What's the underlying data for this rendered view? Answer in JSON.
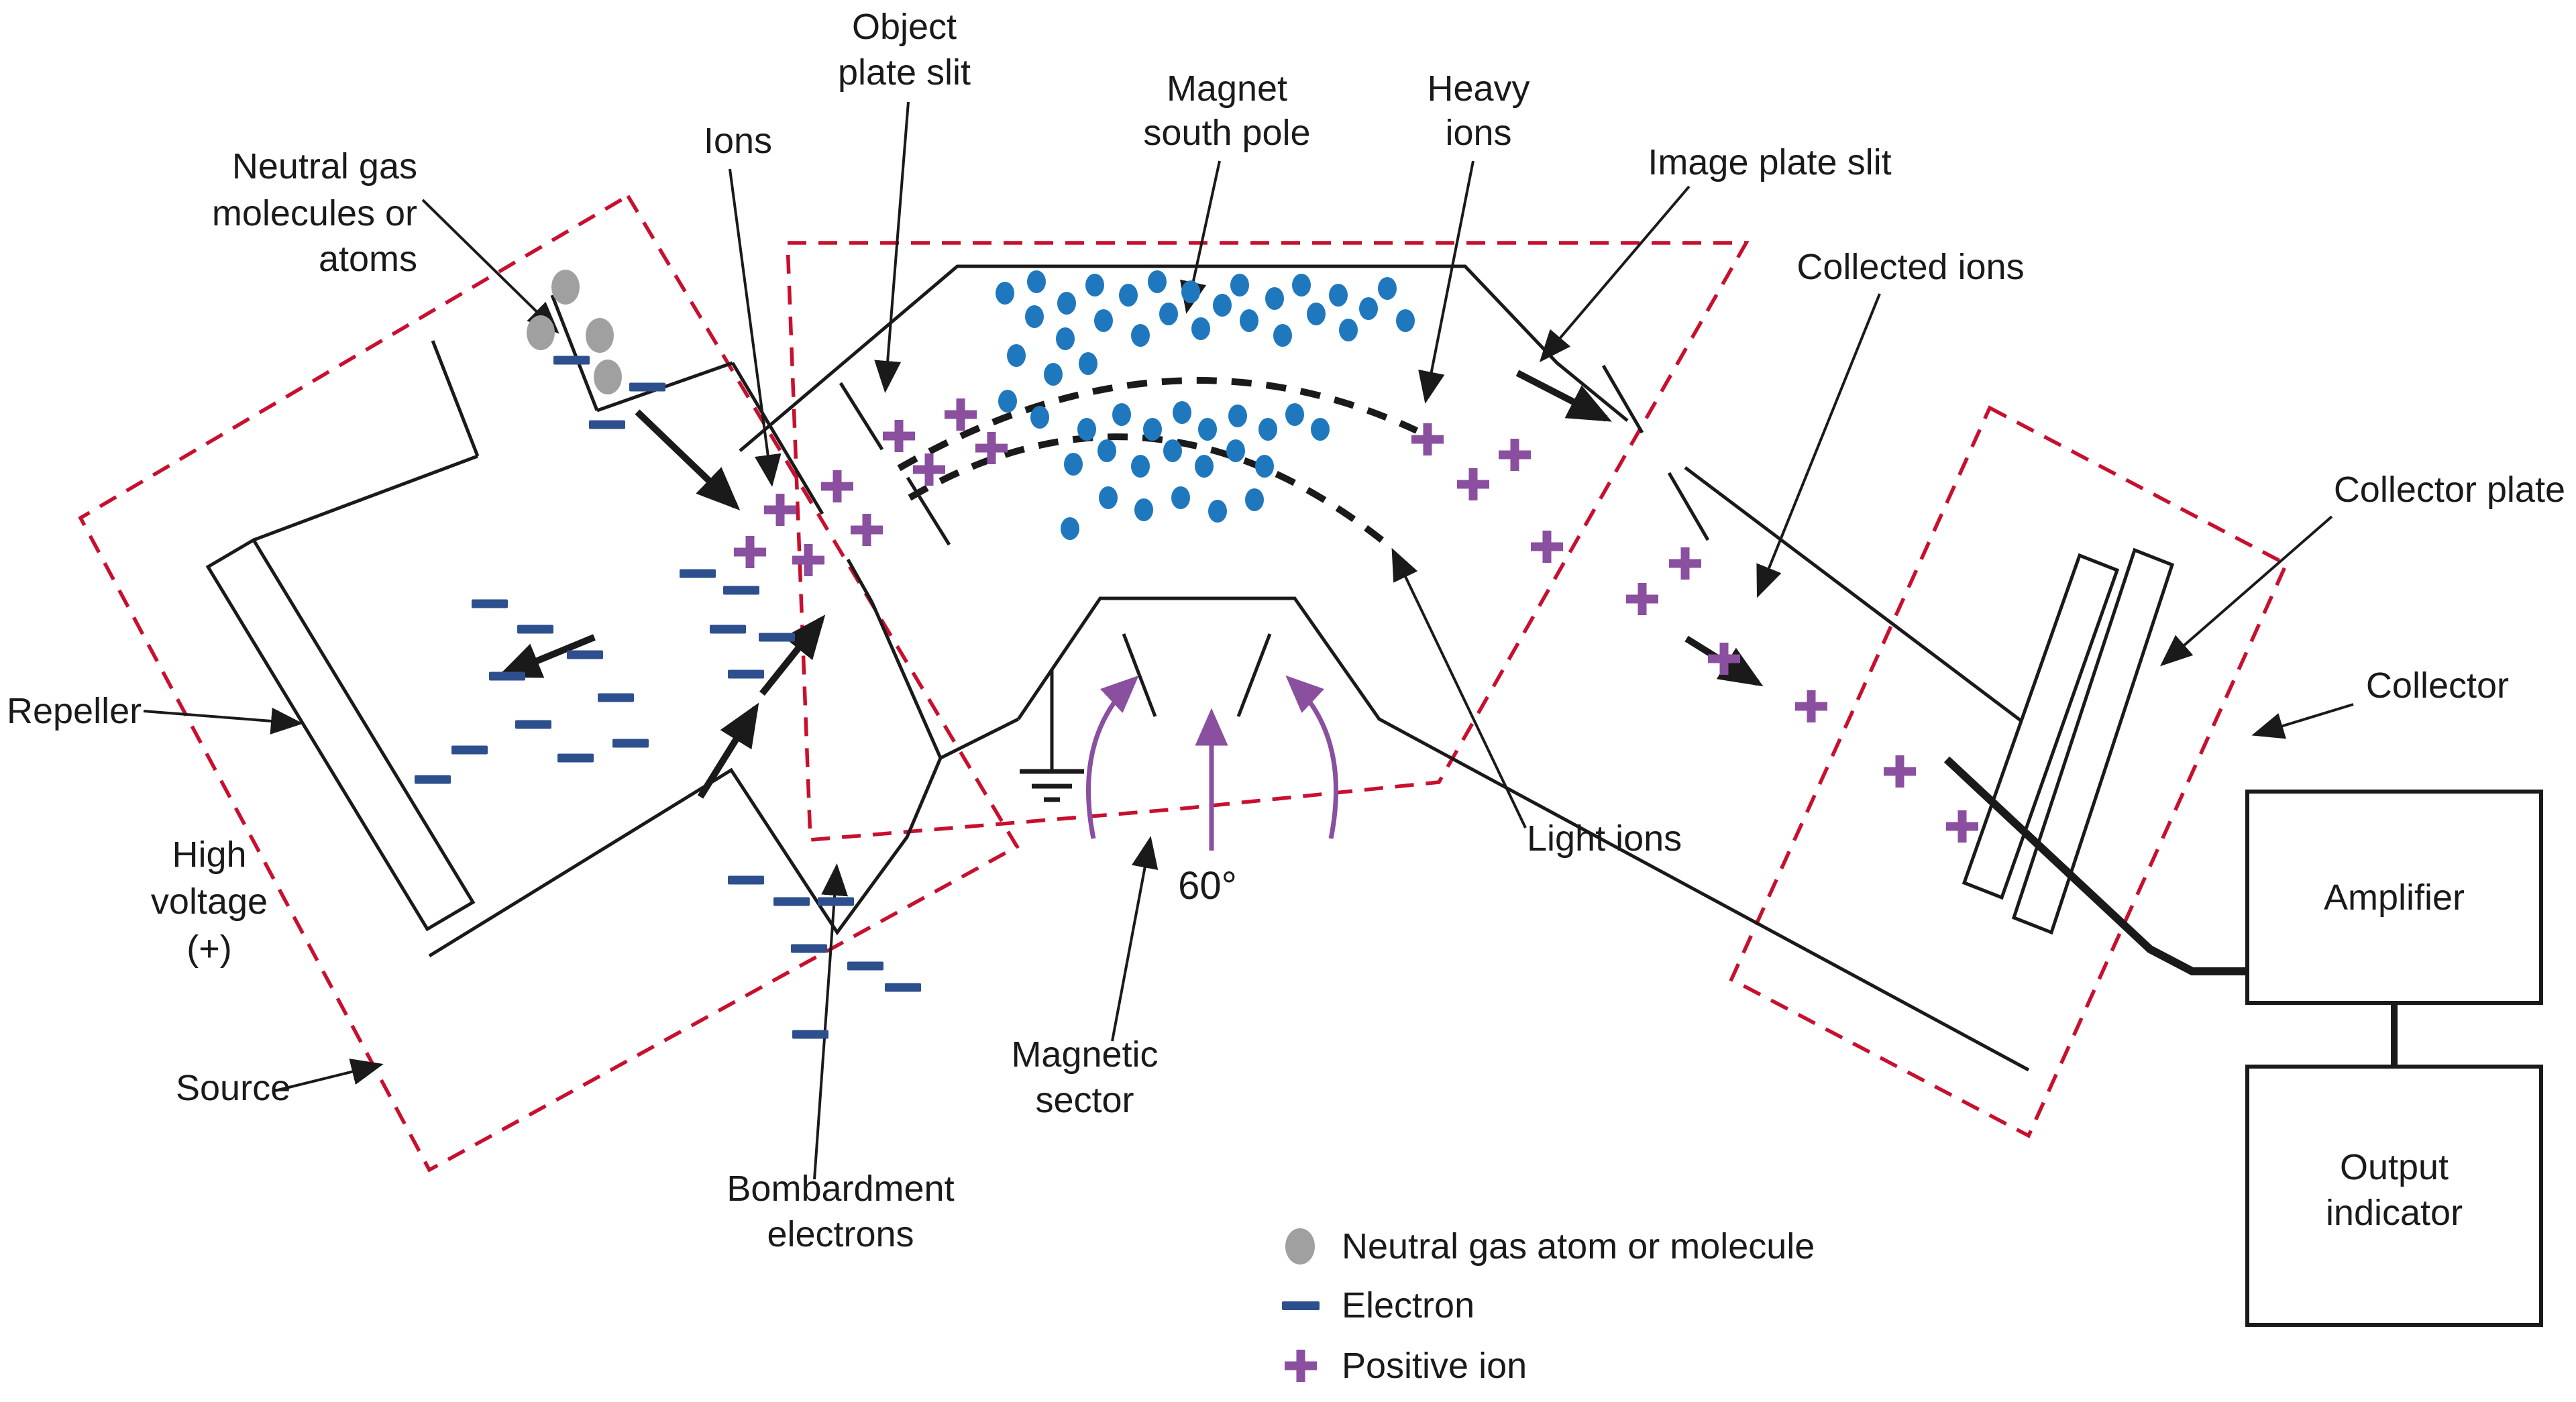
{
  "figure": {
    "title": "Mass spectrometer schematic diagram",
    "type": "scientific-diagram"
  },
  "colors": {
    "line": "#1a1a1a",
    "dashed_region": "#c8102e",
    "pole_dot": "#1f78be",
    "electron": "#2d4f8e",
    "positive_ion": "#8a4f9e",
    "neutral_molecule": "#a0a0a0",
    "background": "#ffffff"
  },
  "labels": {
    "neutral_gas": {
      "lines": [
        "Neutral gas",
        "molecules or",
        "atoms"
      ]
    },
    "ions": {
      "text": "Ions"
    },
    "object_plate_slit": {
      "lines": [
        "Object",
        "plate slit"
      ]
    },
    "magnet_south_pole": {
      "lines": [
        "Magnet",
        "south pole"
      ]
    },
    "heavy_ions": {
      "lines": [
        "Heavy",
        "ions"
      ]
    },
    "image_plate_slit": {
      "text": "Image plate slit"
    },
    "collected_ions": {
      "text": "Collected ions"
    },
    "collector_plate": {
      "text": "Collector plate"
    },
    "collector": {
      "text": "Collector"
    },
    "repeller": {
      "text": "Repeller"
    },
    "high_voltage": {
      "lines": [
        "High",
        "voltage",
        "(+)"
      ]
    },
    "source": {
      "text": "Source"
    },
    "bombardment_electrons": {
      "lines": [
        "Bombardment",
        "electrons"
      ]
    },
    "magnetic_sector": {
      "lines": [
        "Magnetic",
        "sector"
      ]
    },
    "sector_angle": {
      "text": "60°"
    },
    "light_ions": {
      "text": "Light ions"
    },
    "amplifier": {
      "text": "Amplifier"
    },
    "output_indicator": {
      "lines": [
        "Output",
        "indicator"
      ]
    }
  },
  "legend": {
    "items": [
      {
        "icon": "neutral-gas-icon",
        "label": "Neutral gas atom or molecule"
      },
      {
        "icon": "electron-icon",
        "label": "Electron"
      },
      {
        "icon": "positive-ion-icon",
        "label": "Positive ion"
      }
    ]
  },
  "markers": {
    "neutral_molecules": [
      [
        843,
        428
      ],
      [
        806,
        496
      ],
      [
        894,
        500
      ],
      [
        906,
        562
      ]
    ],
    "pole_dots_upper": [
      [
        1498,
        437
      ],
      [
        1545,
        420
      ],
      [
        1542,
        472
      ],
      [
        1590,
        452
      ],
      [
        1588,
        505
      ],
      [
        1632,
        425
      ],
      [
        1645,
        478
      ],
      [
        1682,
        440
      ],
      [
        1700,
        500
      ],
      [
        1725,
        420
      ],
      [
        1742,
        468
      ],
      [
        1775,
        435
      ],
      [
        1790,
        490
      ],
      [
        1822,
        455
      ],
      [
        1848,
        425
      ],
      [
        1862,
        478
      ],
      [
        1900,
        445
      ],
      [
        1912,
        500
      ],
      [
        1940,
        425
      ],
      [
        1962,
        468
      ],
      [
        1995,
        440
      ],
      [
        2010,
        492
      ],
      [
        2040,
        460
      ],
      [
        2068,
        430
      ],
      [
        2095,
        478
      ],
      [
        1515,
        530
      ],
      [
        1570,
        558
      ],
      [
        1622,
        542
      ],
      [
        1502,
        598
      ],
      [
        1550,
        622
      ]
    ],
    "pole_dots_lower": [
      [
        1620,
        640
      ],
      [
        1672,
        618
      ],
      [
        1718,
        640
      ],
      [
        1762,
        615
      ],
      [
        1800,
        640
      ],
      [
        1845,
        620
      ],
      [
        1890,
        640
      ],
      [
        1930,
        618
      ],
      [
        1968,
        640
      ],
      [
        1600,
        692
      ],
      [
        1650,
        672
      ],
      [
        1700,
        695
      ],
      [
        1748,
        672
      ],
      [
        1795,
        695
      ],
      [
        1842,
        672
      ],
      [
        1885,
        695
      ],
      [
        1652,
        742
      ],
      [
        1705,
        760
      ],
      [
        1760,
        742
      ],
      [
        1815,
        762
      ],
      [
        1870,
        745
      ],
      [
        1595,
        788
      ]
    ],
    "electrons": [
      [
        852,
        537
      ],
      [
        965,
        577
      ],
      [
        905,
        633
      ],
      [
        730,
        900
      ],
      [
        798,
        938
      ],
      [
        756,
        1008
      ],
      [
        872,
        976
      ],
      [
        918,
        1040
      ],
      [
        795,
        1080
      ],
      [
        700,
        1118
      ],
      [
        858,
        1130
      ],
      [
        1040,
        855
      ],
      [
        1105,
        880
      ],
      [
        1085,
        938
      ],
      [
        1158,
        950
      ],
      [
        1112,
        1005
      ],
      [
        645,
        1162
      ],
      [
        940,
        1108
      ]
    ],
    "bombardment_electrons": [
      [
        1112,
        1312
      ],
      [
        1180,
        1344
      ],
      [
        1246,
        1344
      ],
      [
        1206,
        1414
      ],
      [
        1290,
        1440
      ],
      [
        1346,
        1472
      ],
      [
        1208,
        1542
      ]
    ],
    "ions_ascending": [
      [
        1118,
        823
      ],
      [
        1163,
        760
      ],
      [
        1205,
        835
      ],
      [
        1248,
        725
      ],
      [
        1292,
        790
      ],
      [
        1340,
        650
      ],
      [
        1385,
        700
      ],
      [
        1432,
        618
      ],
      [
        1478,
        668
      ]
    ],
    "ions_descending": [
      [
        2128,
        655
      ],
      [
        2196,
        722
      ],
      [
        2258,
        678
      ],
      [
        2306,
        815
      ],
      [
        2448,
        893
      ],
      [
        2512,
        840
      ],
      [
        2570,
        982
      ],
      [
        2700,
        1053
      ],
      [
        2832,
        1150
      ],
      [
        2925,
        1232
      ]
    ]
  }
}
